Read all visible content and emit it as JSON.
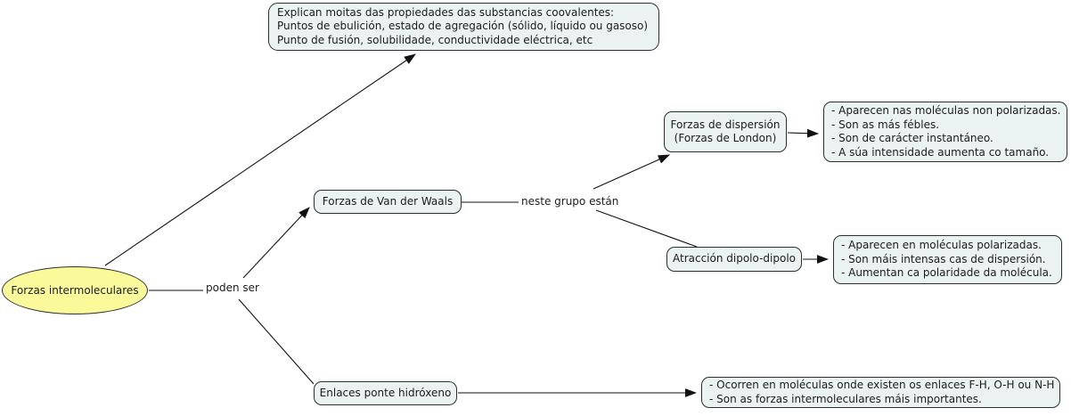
{
  "colors": {
    "background": "#ffffff",
    "node_fill": "#eaf2f2",
    "node_border": "#2e2e2e",
    "ellipse_fill": "#fafa9b",
    "line": "#111111",
    "text": "#1c1c1c"
  },
  "root_node": {
    "label": "Forzas intermoleculares"
  },
  "connector_labels": {
    "poden_ser": "poden ser",
    "neste_grupo": "neste grupo están"
  },
  "properties_note": {
    "lines": [
      "Explican moitas das propiedades das substancias coovalentes:",
      "Puntos de ebulición, estado de agregación (sólido, líquido ou gasoso)",
      "Punto de fusión, solubilidade, conductividade eléctrica, etc"
    ]
  },
  "van_der_waals": {
    "label": "Forzas de Van der Waals"
  },
  "dispersion": {
    "lines": [
      "Forzas de dispersión",
      "(Forzas de London)"
    ]
  },
  "dispersion_details": {
    "lines": [
      "- Aparecen nas moléculas non polarizadas.",
      "- Son as más fébles.",
      "- Son de carácter instantáneo.",
      "- A súa intensidade aumenta co tamaño."
    ]
  },
  "dipole": {
    "label": "Atracción dipolo-dipolo"
  },
  "dipole_details": {
    "lines": [
      "- Aparecen en moléculas polarizadas.",
      "- Son máis intensas cas de dispersión.",
      "- Aumentan ca polaridade da molécula."
    ]
  },
  "hydrogen": {
    "label": "Enlaces ponte hidróxeno"
  },
  "hydrogen_details": {
    "lines": [
      "- Ocorren en moléculas onde existen os enlaces F-H, O-H ou N-H",
      "- Son as forzas intermoleculares máis importantes."
    ]
  }
}
